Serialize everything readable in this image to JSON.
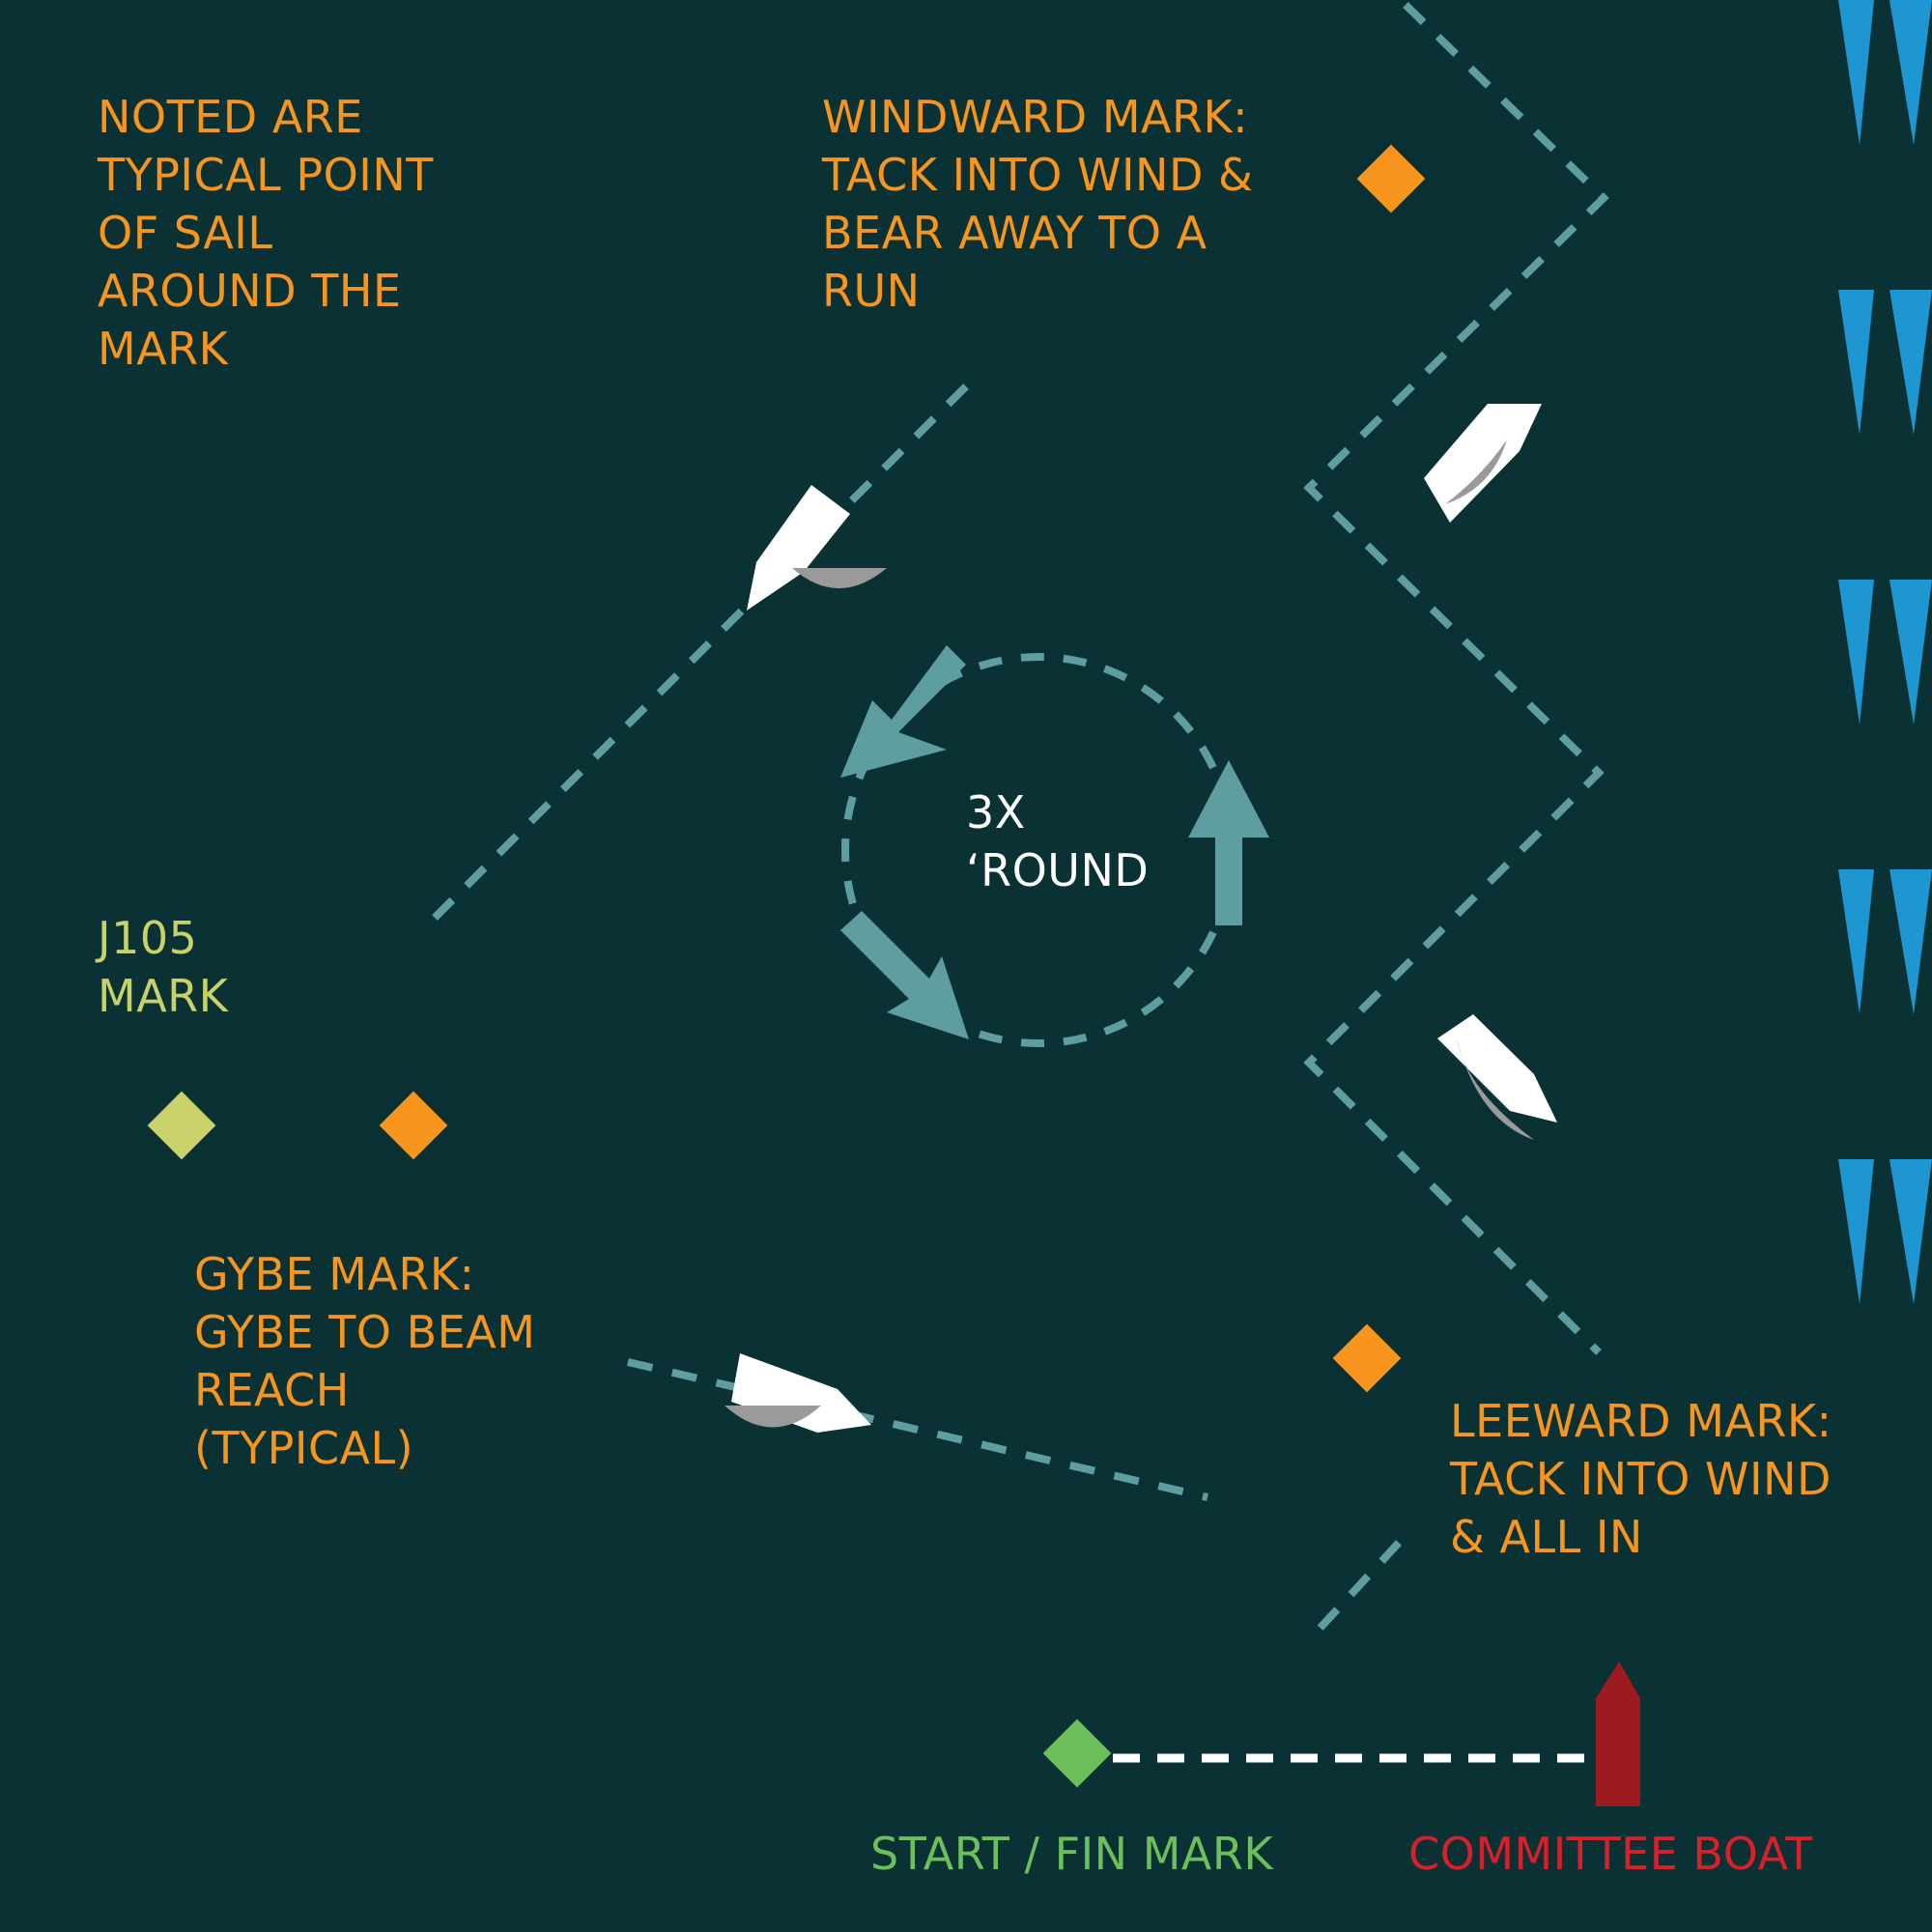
{
  "labels": {
    "note": "NOTED ARE\nTYPICAL POINT\nOF SAIL\nAROUND THE\nMARK",
    "windward": "WINDWARD MARK:\nTACK INTO WIND &\nBEAR AWAY TO A\nRUN",
    "j105": "J105\nMARK",
    "rounding": "3X\n‘ROUND",
    "gybe": "GYBE MARK:\nGYBE TO BEAM\nREACH\n(TYPICAL)",
    "leeward": "LEEWARD MARK:\nTACK INTO WIND\n& ALL IN",
    "start_fin": "START / FIN MARK",
    "committee": "COMMITTEE BOAT"
  },
  "colors": {
    "background": "#0a3235",
    "course_mark": "#f7951e",
    "j105_mark": "#c9d26a",
    "start_mark": "#6cbf5b",
    "committee_boat": "#9b1b20",
    "track": "#5e9ea0",
    "wind": "#1e96d2",
    "boat_hull": "#ffffff",
    "boat_sail": "#9a9a9a"
  },
  "icons": {
    "mark": "diamond-mark-icon",
    "boat": "sailboat-icon",
    "wind": "wind-chevron-icon",
    "committee": "committee-boat-icon"
  }
}
